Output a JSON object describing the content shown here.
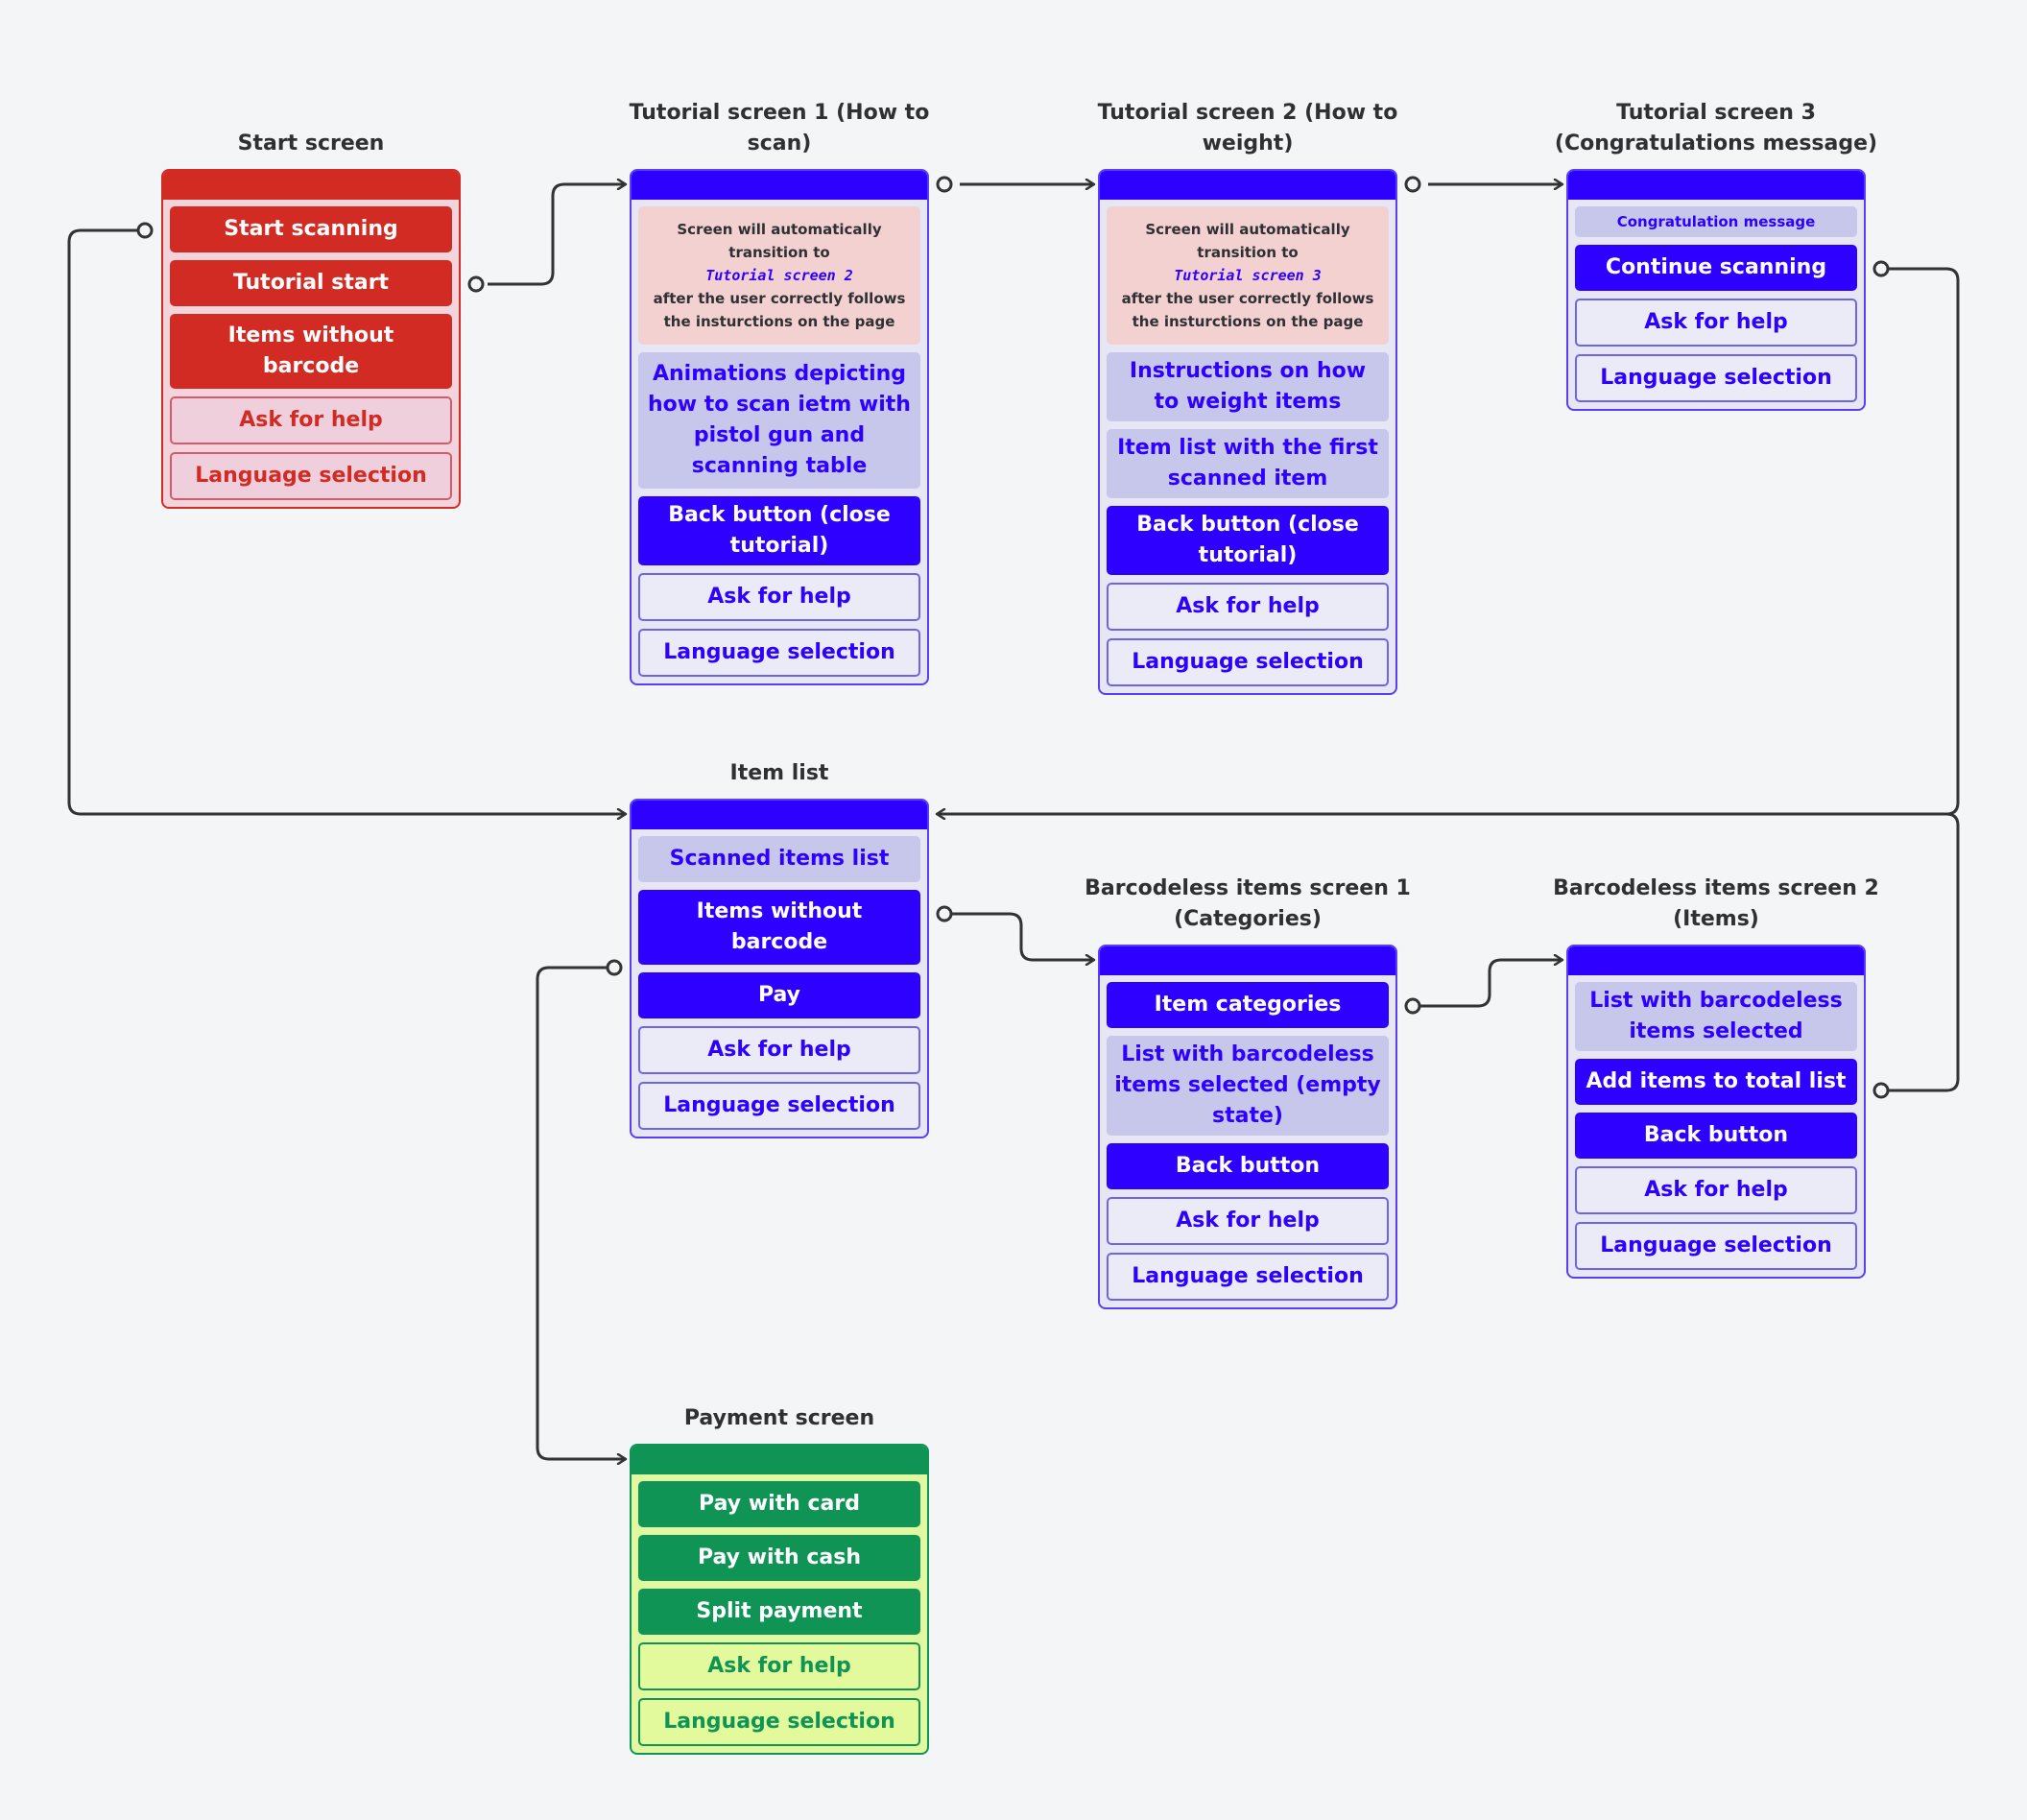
{
  "screens": {
    "start": {
      "title": "Start screen",
      "start_scanning": "Start scanning",
      "tutorial_start": "Tutorial start",
      "items_without_barcode": "Items without barcode",
      "ask_help": "Ask for help",
      "language": "Language selection"
    },
    "tutorial1": {
      "title": "Tutorial screen 1 (How to scan)",
      "note_pre": "Screen will automatically transition to",
      "note_code": "Tutorial screen 2",
      "note_post": "after the user correctly follows the insturctions on the page",
      "animations": "Animations depicting how to scan ietm with pistol gun and scanning table",
      "back": "Back button (close tutorial)",
      "ask_help": "Ask for help",
      "language": "Language selection"
    },
    "tutorial2": {
      "title": "Tutorial screen 2 (How to weight)",
      "note_pre": "Screen will automatically transition to",
      "note_code": "Tutorial screen 3",
      "note_post": "after the user correctly follows the insturctions on the page",
      "instructions": "Instructions on how to weight items",
      "item_list": "Item list with the first scanned item",
      "back": "Back button (close tutorial)",
      "ask_help": "Ask for help",
      "language": "Language selection"
    },
    "tutorial3": {
      "title": "Tutorial screen 3 (Congratulations message)",
      "congrats": "Congratulation message",
      "continue": "Continue scanning",
      "ask_help": "Ask for help",
      "language": "Language selection"
    },
    "item_list": {
      "title": "Item list",
      "scanned": "Scanned items list",
      "items_without_barcode": "Items without barcode",
      "pay": "Pay",
      "ask_help": "Ask for help",
      "language": "Language selection"
    },
    "barcodeless1": {
      "title": "Barcodeless items screen 1 (Categories)",
      "categories": "Item categories",
      "list_empty": "List with barcodeless items selected (empty state)",
      "back": "Back button",
      "ask_help": "Ask for help",
      "language": "Language selection"
    },
    "barcodeless2": {
      "title": "Barcodeless items screen 2 (Items)",
      "list_selected": "List with barcodeless items selected",
      "add_items": "Add items to total list",
      "back": "Back button",
      "ask_help": "Ask for help",
      "language": "Language selection"
    },
    "payment": {
      "title": "Payment screen",
      "card": "Pay with card",
      "cash": "Pay with cash",
      "split": "Split payment",
      "ask_help": "Ask for help",
      "language": "Language selection"
    }
  },
  "colors": {
    "red": "#d12b24",
    "blue": "#2e00ff",
    "green": "#0f9455",
    "connector": "#333333",
    "background": "#f4f5f7"
  }
}
